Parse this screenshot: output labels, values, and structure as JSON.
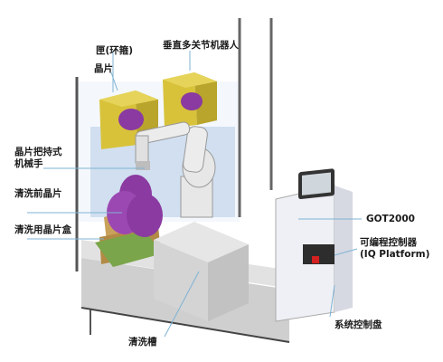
{
  "labels": {
    "magazine": "匣(环箍)",
    "wafer": "晶片",
    "robot": "垂直多关节机器人",
    "gripper_line1": "晶片把持式",
    "gripper_line2": "机械手",
    "pre_clean_wafer": "清洗前晶片",
    "wafer_tray": "清洗用晶片盒",
    "got": "GOT2000",
    "plc_line1": "可编程控制器",
    "plc_line2": "(IQ Platform)",
    "tank": "清洗槽",
    "control_panel": "系统控制盘"
  },
  "colors": {
    "cabinet_glass": "#dfe9f4",
    "magazine_yellow": "#d8c23a",
    "wafer_purple": "#8a3aa0",
    "robot_white": "#e7e7e7",
    "tray_wood": "#c9a15a",
    "tank_gray": "#d9d9d9",
    "panel_white": "#eef0f5",
    "leader_line": "#7fb3d4"
  }
}
